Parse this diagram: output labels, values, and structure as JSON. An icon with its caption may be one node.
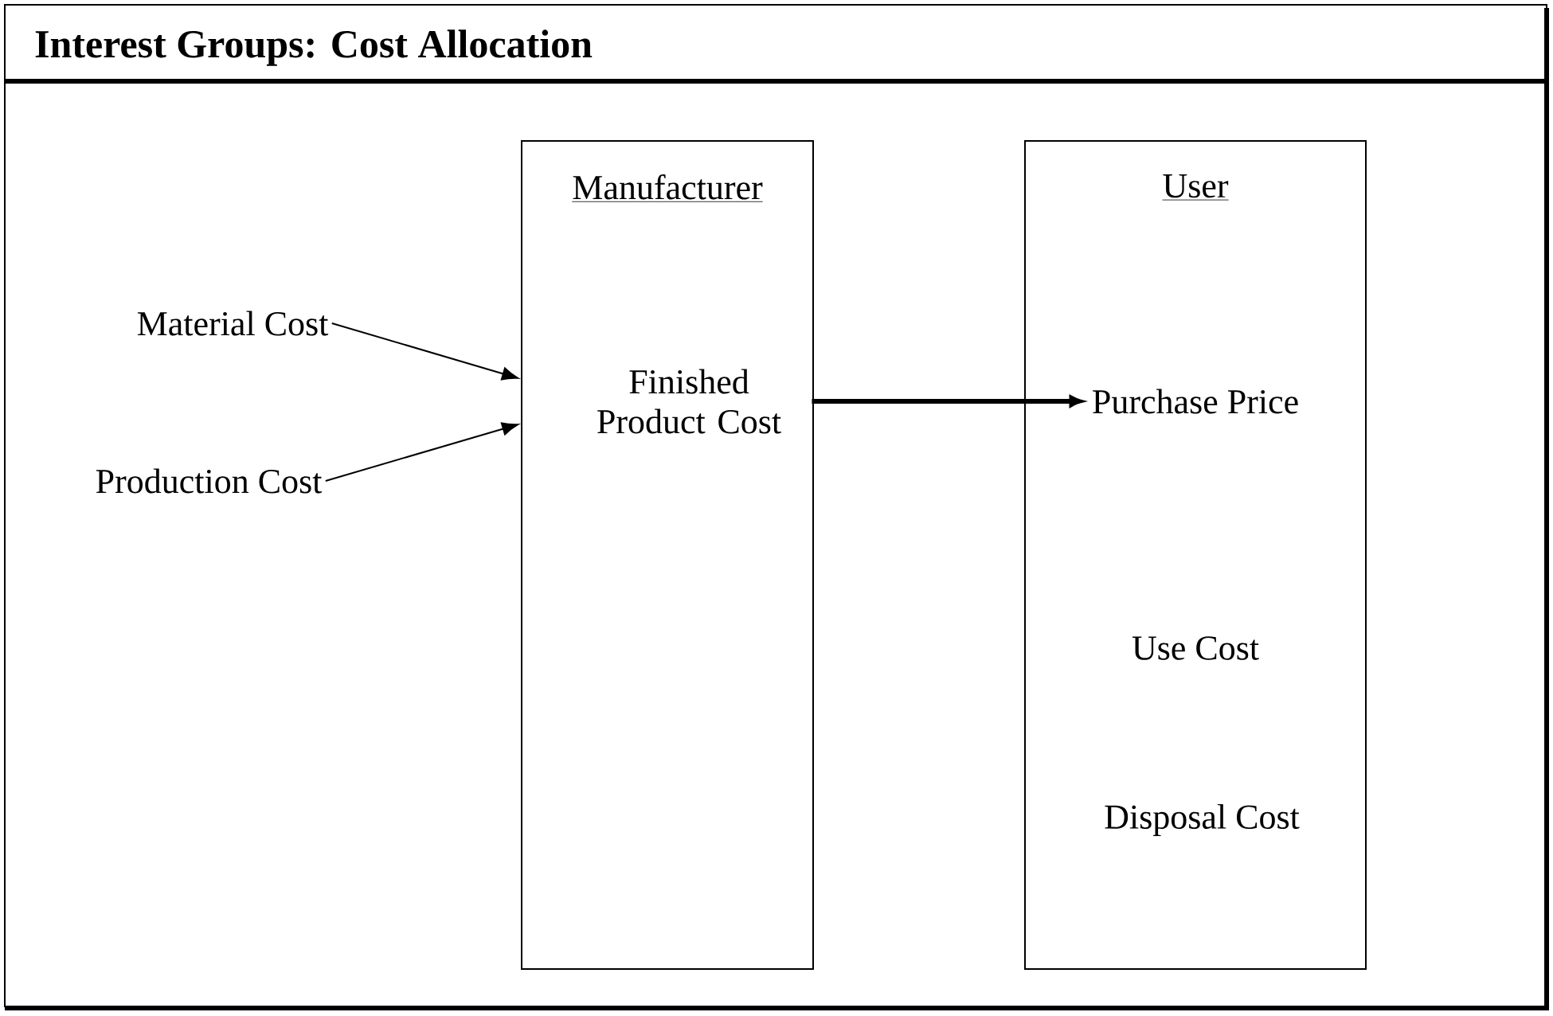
{
  "diagram": {
    "title": "Interest Groups: Cost Allocation",
    "nodes": [
      {
        "text": [
          "Manufacturer"
        ]
      },
      {
        "text": [
          "Finished Product Cost"
        ],
        "in": 0
      },
      {
        "text": [
          "User"
        ]
      },
      {
        "text": [
          "Purchase Price"
        ],
        "in": 2
      },
      {
        "text": [
          "Use Cost"
        ],
        "in": 2
      },
      {
        "text": [
          "Disposal Cost"
        ],
        "in": 2
      },
      {
        "text": [
          "Material Cost"
        ]
      },
      {
        "text": [
          "Production Cost"
        ]
      }
    ],
    "edges": [
      {
        "from": 6,
        "to": 0,
        "arrow": "to"
      },
      {
        "from": 7,
        "to": 0,
        "arrow": "to"
      },
      {
        "from": 1,
        "to": 3,
        "arrow": "to",
        "style": "thick"
      }
    ]
  }
}
